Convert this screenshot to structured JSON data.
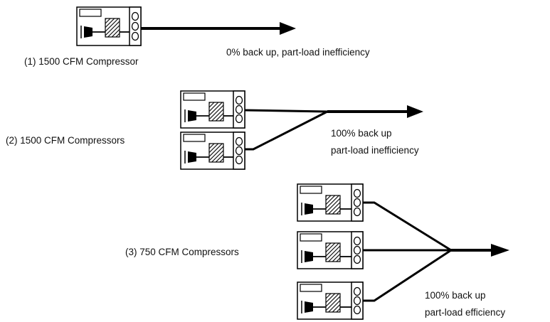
{
  "scenarios": [
    {
      "label": "(1) 1500 CFM Compressor",
      "note_lines": [
        "0% back up, part-load inefficiency"
      ]
    },
    {
      "label": "(2) 1500 CFM Compressors",
      "note_lines": [
        "100% back up",
        "part-load inefficiency"
      ]
    },
    {
      "label": "(3) 750 CFM Compressors",
      "note_lines": [
        "100% back up",
        "part-load efficiency"
      ]
    }
  ],
  "colors": {
    "line": "#000000",
    "box_stroke": "#000000",
    "background": "#ffffff"
  },
  "icons": [
    "compressor-icon",
    "arrow-right-icon"
  ]
}
